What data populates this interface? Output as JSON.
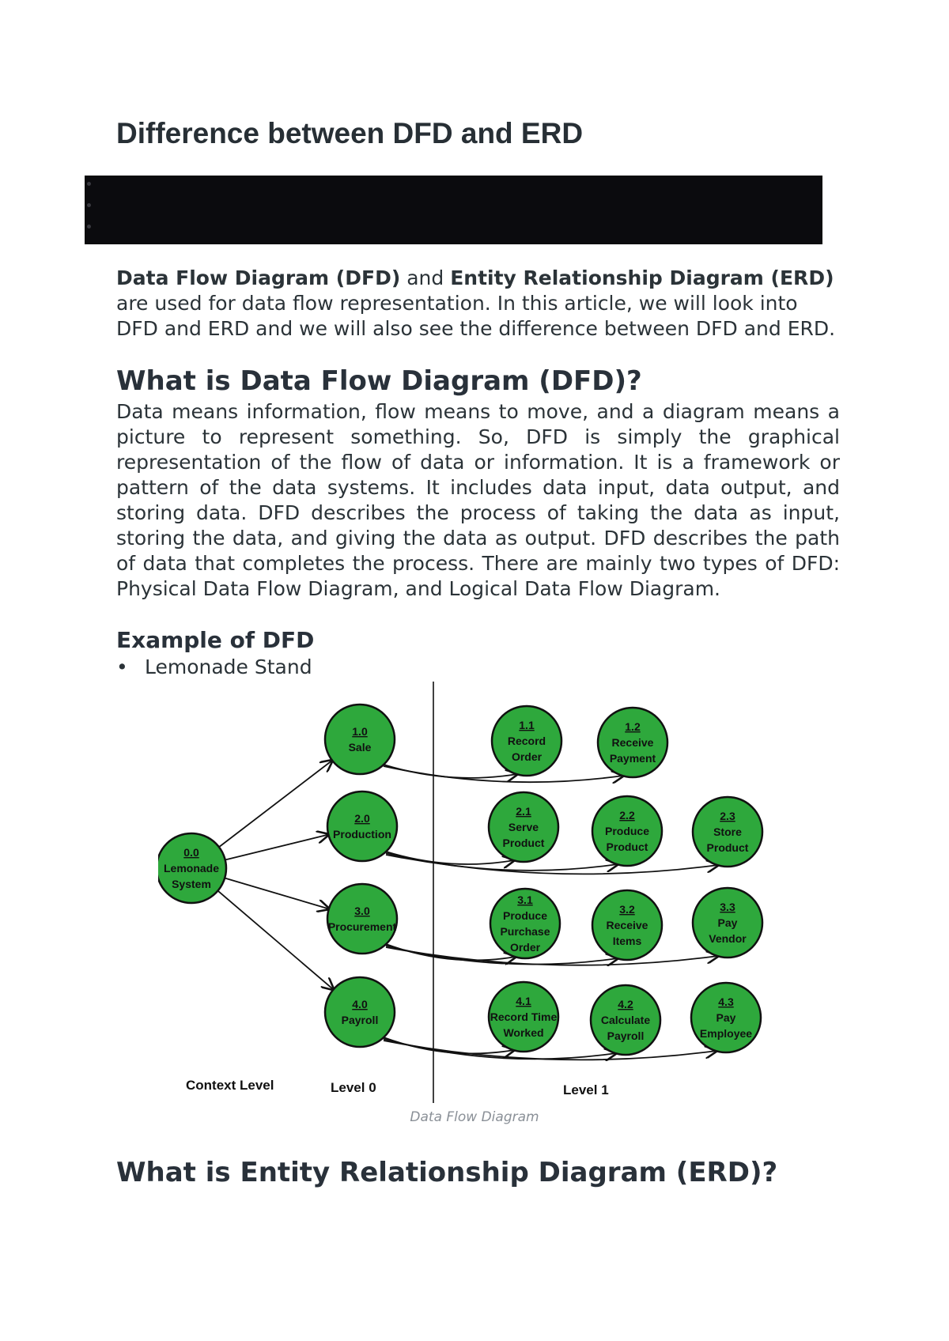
{
  "title": "Difference between DFD and ERD",
  "intro": {
    "bold1": "Data Flow Diagram (DFD)",
    "text1": " and ",
    "bold2": "Entity Relationship Diagram (ERD)",
    "text2": " are used for data flow representation. In this article, we will look into DFD and ERD and we will also see the difference between DFD and ERD."
  },
  "dfd_heading": "What is Data Flow Diagram (DFD)?",
  "dfd_body": "Data means information, flow means to move, and a diagram means a picture to represent something. So, DFD is simply the graphical representation of the flow of data or information. It is a framework or pattern of the data systems. It includes data input, data output, and storing data. DFD describes the process of taking the data as input, storing the data, and giving the data as output. DFD describes the path of data that completes the process. There are mainly two types of DFD: Physical Data Flow Diagram, and Logical Data Flow Diagram.",
  "example_heading": "Example of DFD",
  "bullets": [
    "Lemonade Stand"
  ],
  "bullet_symbol": "•",
  "diagram": {
    "node_color": "#2ea83c",
    "nodes": [
      {
        "num": "0.0",
        "l1": "Lemonade",
        "l2": "System",
        "l3": ""
      },
      {
        "num": "1.0",
        "l1": "Sale",
        "l2": "",
        "l3": ""
      },
      {
        "num": "2.0",
        "l1": "Production",
        "l2": "",
        "l3": ""
      },
      {
        "num": "3.0",
        "l1": "Procurement",
        "l2": "",
        "l3": ""
      },
      {
        "num": "4.0",
        "l1": "Payroll",
        "l2": "",
        "l3": ""
      },
      {
        "num": "1.1",
        "l1": "Record",
        "l2": "Order",
        "l3": ""
      },
      {
        "num": "1.2",
        "l1": "Receive",
        "l2": "Payment",
        "l3": ""
      },
      {
        "num": "2.1",
        "l1": "Serve",
        "l2": "Product",
        "l3": ""
      },
      {
        "num": "2.2",
        "l1": "Produce",
        "l2": "Product",
        "l3": ""
      },
      {
        "num": "2.3",
        "l1": "Store",
        "l2": "Product",
        "l3": ""
      },
      {
        "num": "3.1",
        "l1": "Produce",
        "l2": "Purchase",
        "l3": "Order"
      },
      {
        "num": "3.2",
        "l1": "Receive",
        "l2": "Items",
        "l3": ""
      },
      {
        "num": "3.3",
        "l1": "Pay",
        "l2": "Vendor",
        "l3": ""
      },
      {
        "num": "4.1",
        "l1": "Record Time",
        "l2": "Worked",
        "l3": ""
      },
      {
        "num": "4.2",
        "l1": "Calculate",
        "l2": "Payroll",
        "l3": ""
      },
      {
        "num": "4.3",
        "l1": "Pay",
        "l2": "Employee",
        "l3": ""
      }
    ],
    "levels": [
      "Context Level",
      "Level 0",
      "Level 1"
    ]
  },
  "caption": "Data Flow Diagram",
  "erd_heading": "What is Entity Relationship Diagram (ERD)?"
}
